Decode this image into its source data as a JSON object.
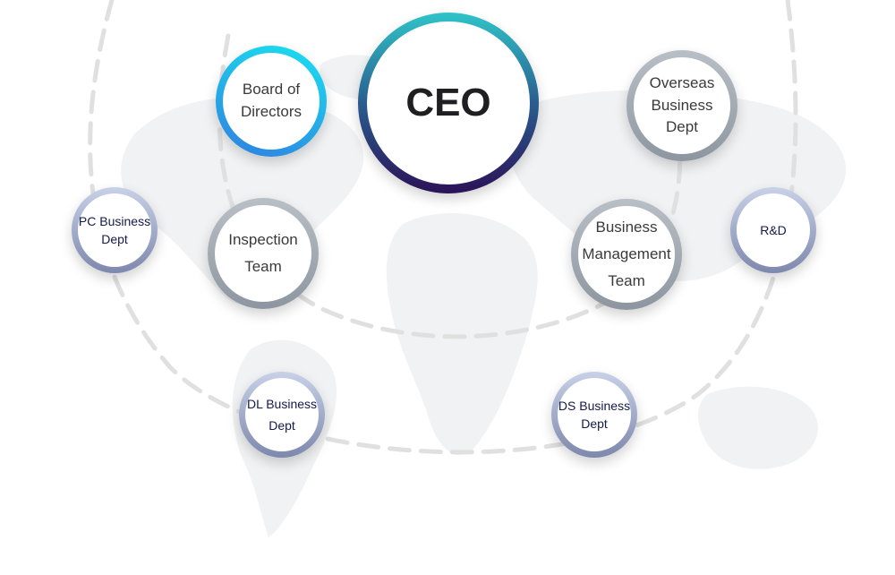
{
  "diagram": {
    "ceo": {
      "label": "CEO"
    },
    "board_of_directors": {
      "line1": "Board of",
      "line2": "Directors"
    },
    "overseas_business_dept": {
      "line1": "Overseas",
      "line2": "Business Dept"
    },
    "inspection_team": {
      "line1": "Inspection",
      "line2": "Team"
    },
    "business_management_team": {
      "line1": "Business",
      "line2": "Management",
      "line3": "Team"
    },
    "pc_business_dept": {
      "line1": "PC Business",
      "line2": "Dept"
    },
    "rd": {
      "label": "R&D"
    },
    "dl_business_dept": {
      "line1": "DL Business",
      "line2": "Dept"
    },
    "ds_business_dept": {
      "line1": "DS Business",
      "line2": "Dept"
    }
  },
  "colors": {
    "ceo_ring_top": "#2fc4c8",
    "ceo_ring_bottom": "#2b1257",
    "board_ring": "#19e2f0",
    "team_ring": "#a3abb4",
    "dept_ring": "#9aa4c7",
    "dashed_line": "#e0e0e0",
    "map": "#f3f4f5"
  }
}
